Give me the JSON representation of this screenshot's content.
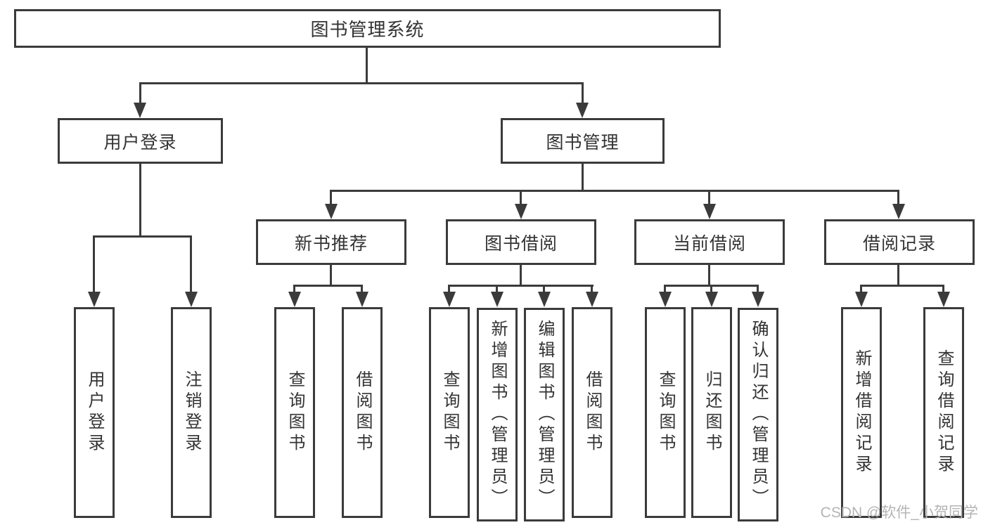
{
  "diagram": {
    "title": "图书管理系统",
    "branches": [
      {
        "label": "用户登录",
        "children": [
          "用户登录",
          "注销登录"
        ]
      },
      {
        "label": "图书管理",
        "children": [
          {
            "label": "新书推荐",
            "children": [
              "查询图书",
              "借阅图书"
            ]
          },
          {
            "label": "图书借阅",
            "children": [
              "查询图书",
              "新增图书（管理员）",
              "编辑图书（管理员）",
              "借阅图书"
            ]
          },
          {
            "label": "当前借阅",
            "children": [
              "查询图书",
              "归还图书",
              "确认归还（管理员）"
            ]
          },
          {
            "label": "借阅记录",
            "children": [
              "新增借阅记录",
              "查询借阅记录"
            ]
          }
        ]
      }
    ],
    "watermark": "CSDN @软件_小贺同学",
    "colors": {
      "line": "#3b3b3b",
      "text": "#333333",
      "watermark": "#b4b4b4",
      "background": "#ffffff"
    }
  }
}
